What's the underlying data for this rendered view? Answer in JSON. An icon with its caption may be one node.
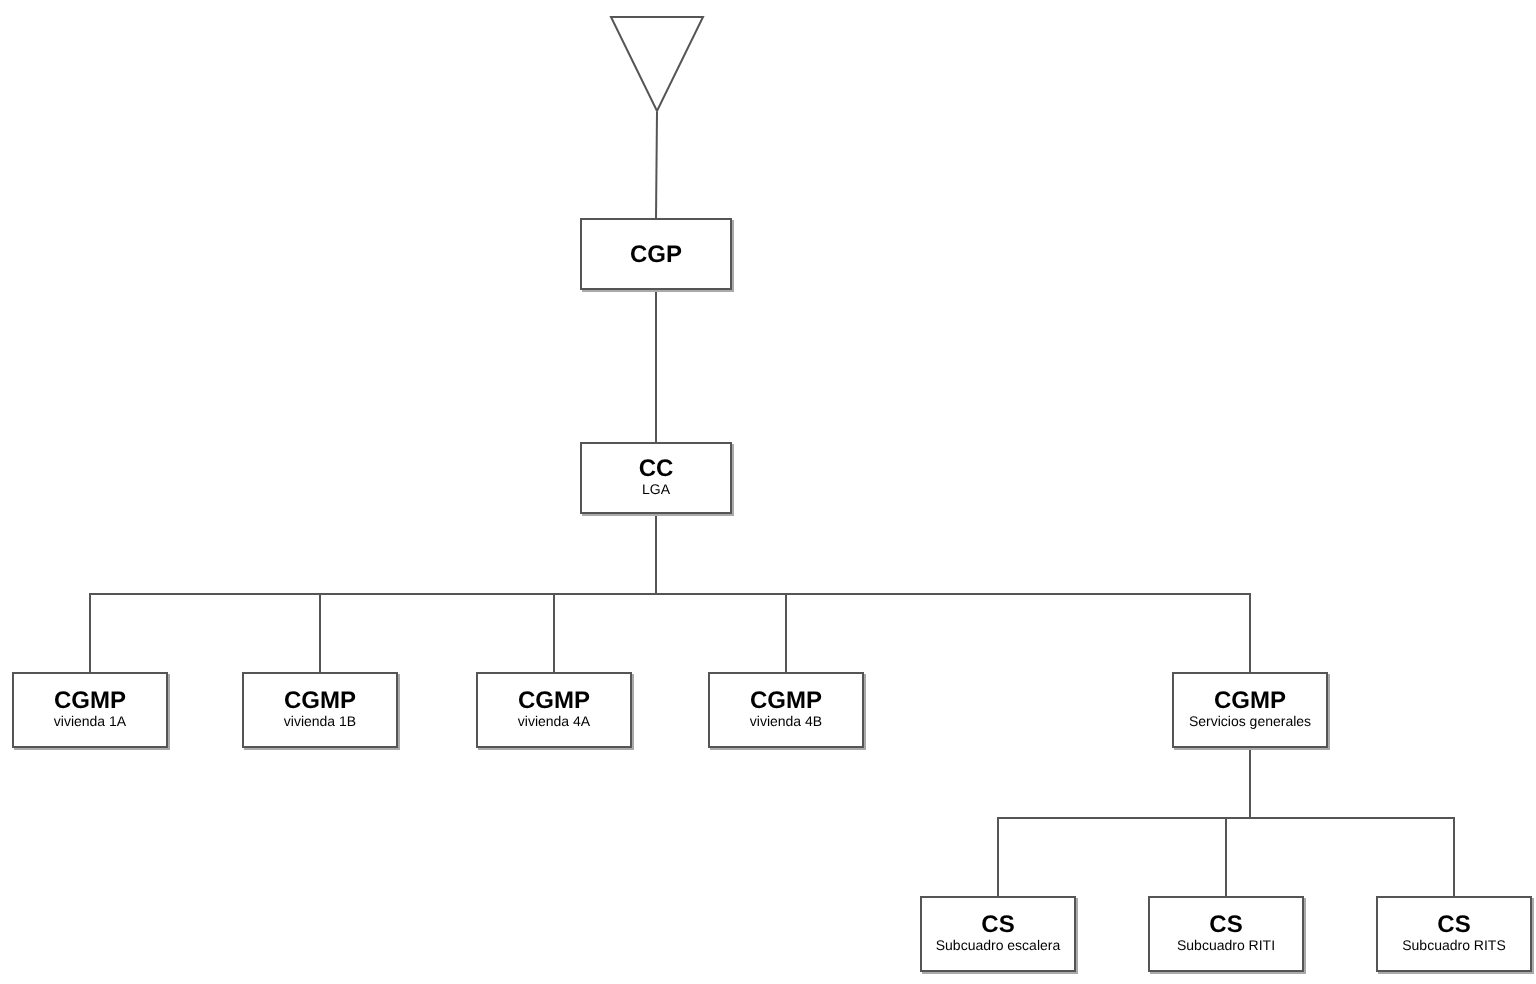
{
  "diagram": {
    "nodes": [
      {
        "text": [],
        "shape": "triangle"
      },
      {
        "text": [
          "CGP"
        ]
      },
      {
        "text": [
          "CC",
          "LGA"
        ]
      },
      {
        "text": [
          "CGMP",
          "vivienda 1A"
        ]
      },
      {
        "text": [
          "CGMP",
          "vivienda 1B"
        ]
      },
      {
        "text": [
          "CGMP",
          "vivienda 4A"
        ]
      },
      {
        "text": [
          "CGMP",
          "vivienda 4B"
        ]
      },
      {
        "text": [
          "CGMP",
          "Servicios generales"
        ]
      },
      {
        "text": [
          "CS",
          "Subcuadro escalera"
        ]
      },
      {
        "text": [
          "CS",
          "Subcuadro RITI"
        ]
      },
      {
        "text": [
          "CS",
          "Subcuadro RITS"
        ]
      }
    ],
    "edges": [
      {
        "from": 0,
        "to": 1,
        "arrow": "none"
      },
      {
        "from": 1,
        "to": 2,
        "arrow": "none"
      },
      {
        "from": 2,
        "to": 3,
        "arrow": "none"
      },
      {
        "from": 2,
        "to": 4,
        "arrow": "none"
      },
      {
        "from": 2,
        "to": 5,
        "arrow": "none"
      },
      {
        "from": 2,
        "to": 6,
        "arrow": "none"
      },
      {
        "from": 2,
        "to": 7,
        "arrow": "none"
      },
      {
        "from": 7,
        "to": 8,
        "arrow": "none"
      },
      {
        "from": 7,
        "to": 9,
        "arrow": "none"
      },
      {
        "from": 7,
        "to": 10,
        "arrow": "none"
      }
    ]
  }
}
